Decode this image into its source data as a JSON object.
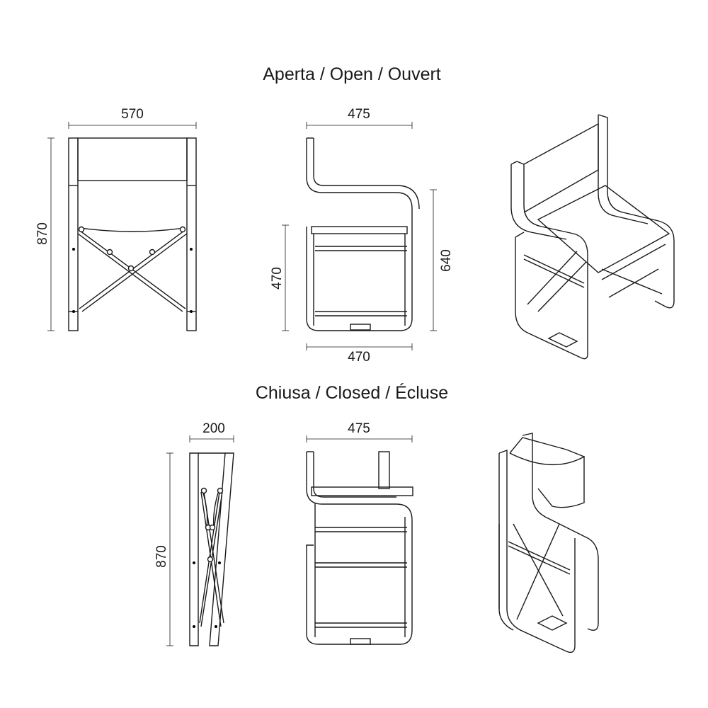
{
  "titles": {
    "open": "Aperta / Open / Ouvert",
    "closed": "Chiusa / Closed / Écluse"
  },
  "open": {
    "front": {
      "width": "570",
      "height": "870"
    },
    "side": {
      "depth": "475",
      "arm_height": "640",
      "seat_height": "470",
      "base_depth": "470"
    }
  },
  "closed": {
    "side": {
      "width": "200",
      "height": "870"
    },
    "front": {
      "depth": "475"
    }
  },
  "colors": {
    "line": "#1a1a1a",
    "background": "#ffffff"
  }
}
